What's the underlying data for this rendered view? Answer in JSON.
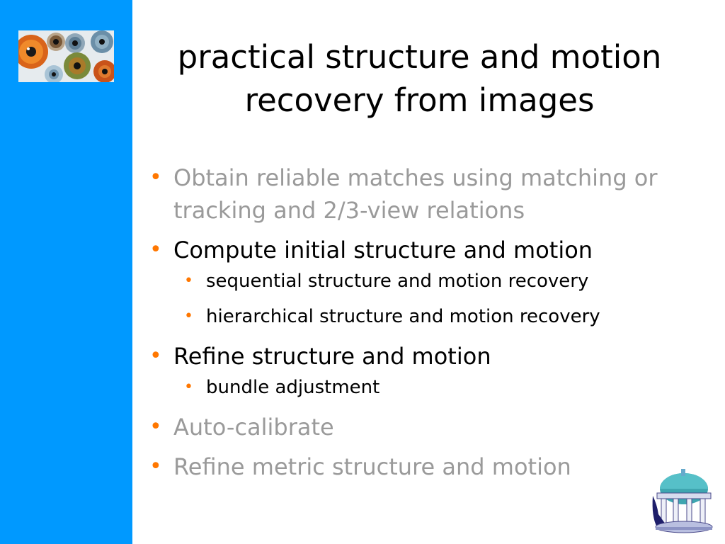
{
  "slide": {
    "title": "practical structure and motion recovery from images",
    "bullets": [
      {
        "text": "Obtain reliable matches using matching or tracking and 2/3-view relations",
        "state": "dimmed"
      },
      {
        "text": "Compute initial structure and motion",
        "state": "active",
        "sub": [
          {
            "text": "sequential structure and motion recovery"
          },
          {
            "text": "hierarchical structure and motion recovery"
          }
        ]
      },
      {
        "text": "Refine structure and motion",
        "state": "active",
        "sub": [
          {
            "text": "bundle adjustment"
          }
        ]
      },
      {
        "text": "Auto-calibrate",
        "state": "dimmed"
      },
      {
        "text": "Refine metric structure and motion",
        "state": "dimmed"
      }
    ]
  },
  "colors": {
    "sidebar": "#0099ff",
    "bullet_marker": "#ff7700",
    "dimmed_text": "#9a9a9a",
    "active_text": "#000000"
  },
  "images": {
    "top_logo": "eye-iris-collage-image",
    "bottom_logo": "pavilion-rotunda-image"
  }
}
